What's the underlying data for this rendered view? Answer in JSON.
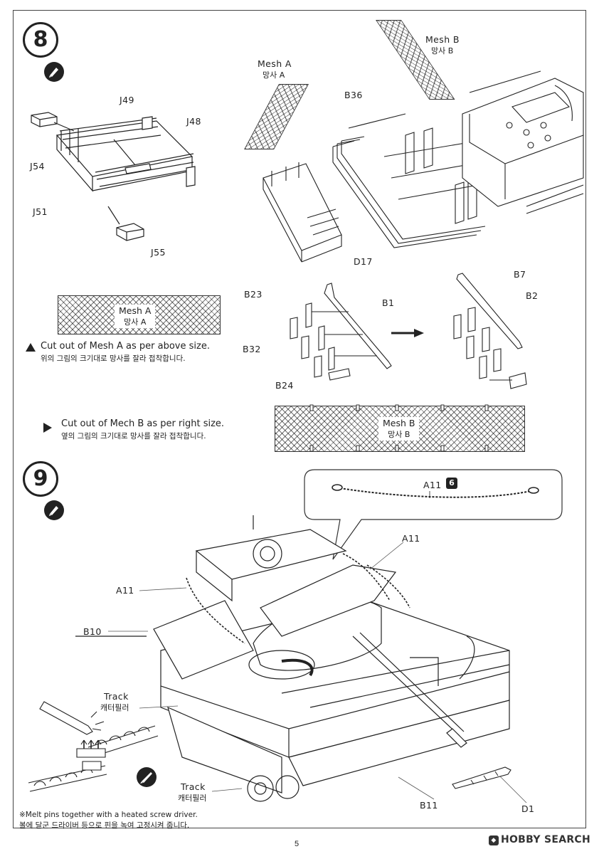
{
  "step8": {
    "number": "8",
    "labels": {
      "j49": "J49",
      "j48": "J48",
      "j54": "J54",
      "j51": "J51",
      "j55": "J55",
      "mesh_a_en": "Mesh A",
      "mesh_a_ko": "망사 A",
      "mesh_b_en": "Mesh B",
      "mesh_b_ko": "망사 B",
      "b36": "B36",
      "d17": "D17",
      "b23": "B23",
      "b1": "B1",
      "b32": "B32",
      "b24": "B24",
      "b7": "B7",
      "b2": "B2"
    },
    "mesh_a_box": {
      "en": "Mesh A",
      "ko": "망사 A"
    },
    "mesh_a_note": {
      "en": "Cut out of Mesh A as per above size.",
      "ko": "위의 그림의 크기대로 망사를 잘라 접착합니다."
    },
    "mesh_b_note": {
      "en": "Cut out of Mech B as per right size.",
      "ko": "옆의 그림의 크기대로 망사를 잘라 접착합니다."
    },
    "mesh_b_box": {
      "en": "Mesh B",
      "ko": "망사 B"
    }
  },
  "step9": {
    "number": "9",
    "labels": {
      "a11_detail": "A11",
      "a11_detail_badge": "6",
      "a11_top": "A11",
      "a11_left": "A11",
      "b10": "B10",
      "track1_en": "Track",
      "track1_ko": "캐터필러",
      "track2_en": "Track",
      "track2_ko": "캐터필러",
      "b11": "B11",
      "d1": "D1"
    },
    "footnote": {
      "en": "※Melt pins together with a heated screw driver.",
      "ko": "볼에 달군 드라이버 등으로 핀을 녹여 고정시켜 줍니다."
    }
  },
  "page_number": "5",
  "watermark": "HOBBY SEARCH"
}
